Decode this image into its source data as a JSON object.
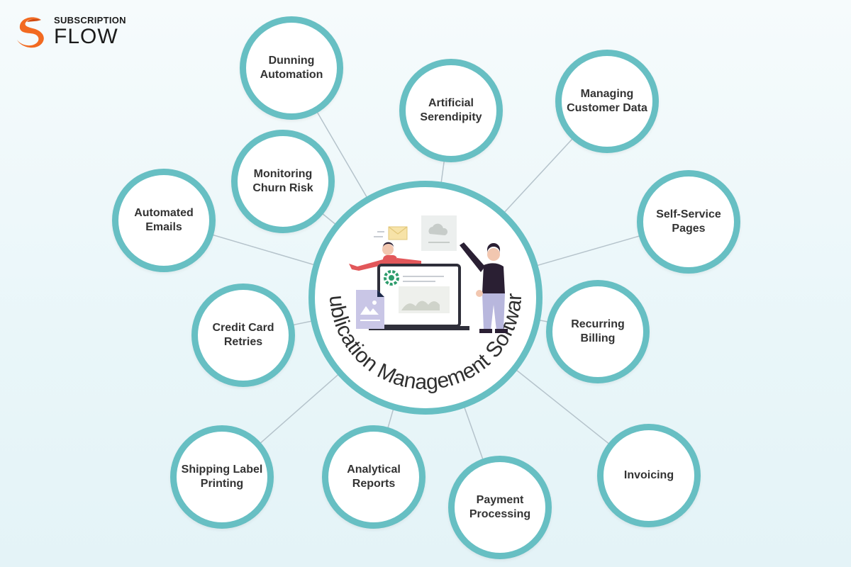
{
  "logo": {
    "top": "SUBSCRIPTION",
    "bottom": "FLOW"
  },
  "hub": {
    "title": "Publication Management Software"
  },
  "nodes": [
    {
      "id": "dunning-automation",
      "label": "Dunning\nAutomation"
    },
    {
      "id": "artificial-serendipity",
      "label": "Artificial\nSerendipity"
    },
    {
      "id": "managing-customer-data",
      "label": "Managing\nCustomer Data"
    },
    {
      "id": "monitoring-churn-risk",
      "label": "Monitoring\nChurn Risk"
    },
    {
      "id": "automated-emails",
      "label": "Automated\nEmails"
    },
    {
      "id": "self-service-pages",
      "label": "Self-Service\nPages"
    },
    {
      "id": "credit-card-retries",
      "label": "Credit Card\nRetries"
    },
    {
      "id": "recurring-billing",
      "label": "Recurring\nBilling"
    },
    {
      "id": "shipping-label-printing",
      "label": "Shipping Label\nPrinting"
    },
    {
      "id": "analytical-reports",
      "label": "Analytical\nReports"
    },
    {
      "id": "payment-processing",
      "label": "Payment\nProcessing"
    },
    {
      "id": "invoicing",
      "label": "Invoicing"
    }
  ],
  "colors": {
    "ring": "#67bfc3",
    "connector": "#b5c3cb",
    "logo_orange": "#f26a21",
    "logo_dark_orange": "#d14a0f",
    "text": "#333333"
  }
}
